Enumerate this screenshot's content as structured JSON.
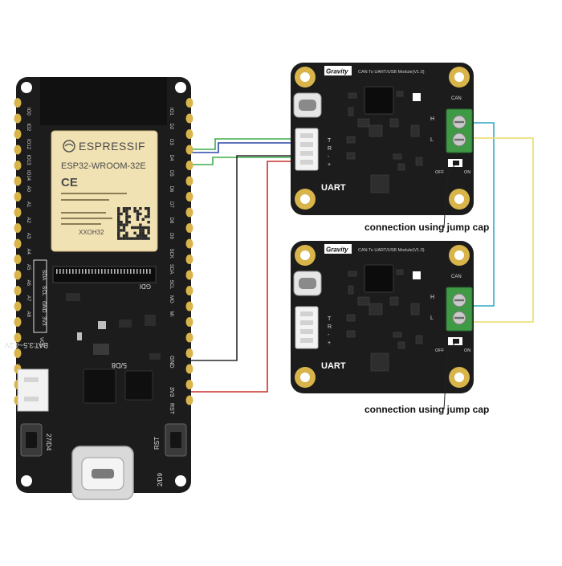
{
  "colors": {
    "board": "#1c1c1c",
    "pad": "#d8b44a",
    "wire_green": "#3fae49",
    "wire_blue": "#2b46a8",
    "wire_dark": "#2a2a2a",
    "wire_red": "#c8322a",
    "wire_cyan": "#2fa9c4",
    "wire_yellow": "#e8dc6a",
    "terminal": "#3f9a45",
    "usb_metal": "#d9d9d9"
  },
  "esp32": {
    "brand": "ESPRESSIF",
    "module_name": "ESP32-WROOM-32E",
    "module_id": "XXOH32",
    "ce_mark": "CE",
    "left_pins": [
      "IO0",
      "IO2",
      "IO12",
      "IO13",
      "IO14",
      "A0",
      "A1",
      "A2",
      "A3",
      "A4",
      "A5",
      "A6",
      "A7",
      "A8"
    ],
    "right_pins": [
      "IO1",
      "D2",
      "D3",
      "D4",
      "D5",
      "D6",
      "D7",
      "D8",
      "D9",
      "SCK",
      "SDA",
      "SCL",
      "MO",
      "MI"
    ],
    "gdi_label": "GDI",
    "side_labels": [
      "SDA",
      "SCL",
      "GND",
      "3V3"
    ],
    "vcc_label": "VCC",
    "bat_label": "BAT:3.5~4.2V",
    "gnd_label": "GND",
    "v33_label": "3V3",
    "rst_label": "RST",
    "label_5d8": "5/D8",
    "label_27d4": "27/D4",
    "label_2d9": "2/D9",
    "label_rst2": "RST"
  },
  "modules": [
    {
      "brand": "Gravity",
      "title": "CAN To UART/USB Module(V1.0)",
      "uart": "UART",
      "can": "CAN",
      "pins": [
        "T",
        "R",
        "-",
        "+"
      ],
      "off": "OFF",
      "on": "ON",
      "h": "H",
      "l": "L",
      "caption": "connection using jump cap"
    },
    {
      "brand": "Gravity",
      "title": "CAN To UART/USB Module(V1.0)",
      "uart": "UART",
      "can": "CAN",
      "pins": [
        "T",
        "R",
        "-",
        "+"
      ],
      "off": "OFF",
      "on": "ON",
      "h": "H",
      "l": "L",
      "caption": "connection using jump cap"
    }
  ]
}
